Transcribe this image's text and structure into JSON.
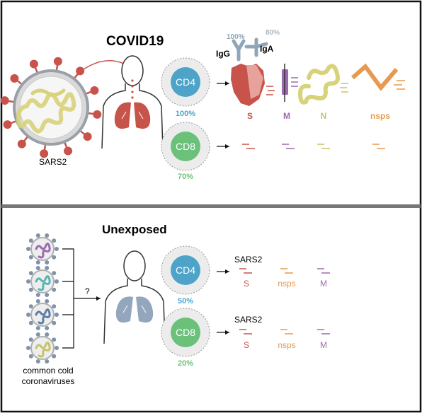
{
  "covid": {
    "title": "COVID19",
    "virus_label": "SARS2",
    "igg_label": "IgG",
    "iga_label": "IgA",
    "igg_pct": "100%",
    "iga_pct": "80%",
    "cd4_label": "CD4",
    "cd4_pct": "100%",
    "cd8_label": "CD8",
    "cd8_pct": "70%",
    "targets": [
      "S",
      "M",
      "N",
      "nsps"
    ]
  },
  "unexposed": {
    "title": "Unexposed",
    "virus_caption_line1": "common cold",
    "virus_caption_line2": "coronaviruses",
    "question": "?",
    "cd4_label": "CD4",
    "cd4_pct": "50%",
    "cd8_label": "CD8",
    "cd8_pct": "20%",
    "sars2_label_top": "SARS2",
    "sars2_label_bottom": "SARS2",
    "targets": [
      "S",
      "nsps",
      "M"
    ]
  },
  "colors": {
    "cd4": "#4ea3c8",
    "cd8": "#6cc17a",
    "spike": "#c8534a",
    "membrane": "#9b6bb0",
    "nucleocapsid": "#c7c26a",
    "nsps": "#e79a4f",
    "antibody": "#8fa6b8",
    "lung_red": "#c8534a",
    "lung_blue": "#93a6bd",
    "divider": "#777777"
  },
  "icons": [
    "sars2-virus",
    "human-body-red-lungs",
    "human-body-blue-lungs",
    "antibody",
    "spike-protein",
    "membrane-protein",
    "nucleocapsid-protein",
    "nsps-protein",
    "t-cell"
  ]
}
